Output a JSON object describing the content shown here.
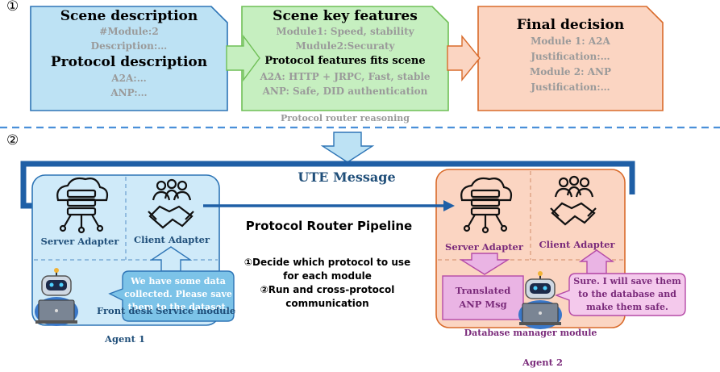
{
  "markers": {
    "one": "①",
    "two": "②"
  },
  "scene_box": {
    "title1": "Scene description",
    "line1": "#Module:2",
    "line2": "Description:…",
    "title2": "Protocol description",
    "line3": "A2A:…",
    "line4": "ANP:…"
  },
  "features_box": {
    "title": "Scene key features",
    "line1": "Module1: Speed, stability",
    "line2": "Mudule2:Securaty",
    "subtitle": "Protocol features fits scene",
    "line3": "A2A: HTTP + JRPC, Fast, stable",
    "line4": "ANP: Safe, DID authentication"
  },
  "decision_box": {
    "title": "Final decision",
    "line1": "Module 1: A2A",
    "line2": "Justification:…",
    "line3": "Module 2: ANP",
    "line4": "Justification:…"
  },
  "reasoning_label": "Protocol router reasoning",
  "ute_label": "UTE Message",
  "pipeline": {
    "title": "Protocol Router Pipeline",
    "step1_line1": "①Decide which protocol to use",
    "step1_line2": "for each module",
    "step2_line1": "②Run and cross-protocol",
    "step2_line2": "communication"
  },
  "agent1": {
    "server_label": "Server Adapter",
    "client_label": "Client Adapter",
    "message": [
      "We have some data",
      "collected. Please save",
      "them to the dataset."
    ],
    "module_label": "Front desk Service module",
    "agent_label": "Agent 1"
  },
  "agent2": {
    "server_label": "Server Adapter",
    "client_label": "Client Adapter",
    "translated": [
      "Translated",
      "ANP Msg"
    ],
    "reply": [
      "Sure. I will save them",
      "to the database and",
      "make them safe."
    ],
    "module_label": "Database manager module",
    "agent_label": "Agent 2"
  },
  "colors": {
    "blue_fill": "#bde2f4",
    "blue_border": "#2e75b6",
    "green_fill": "#c6efc0",
    "green_border": "#6fbf56",
    "orange_fill": "#fbd5c2",
    "orange_border": "#d96b2b",
    "arrow_dark": "#1f5fa6",
    "pink_fill": "#eab4e4",
    "pink_border": "#b54ba7",
    "purple_text": "#7a2a7a"
  }
}
